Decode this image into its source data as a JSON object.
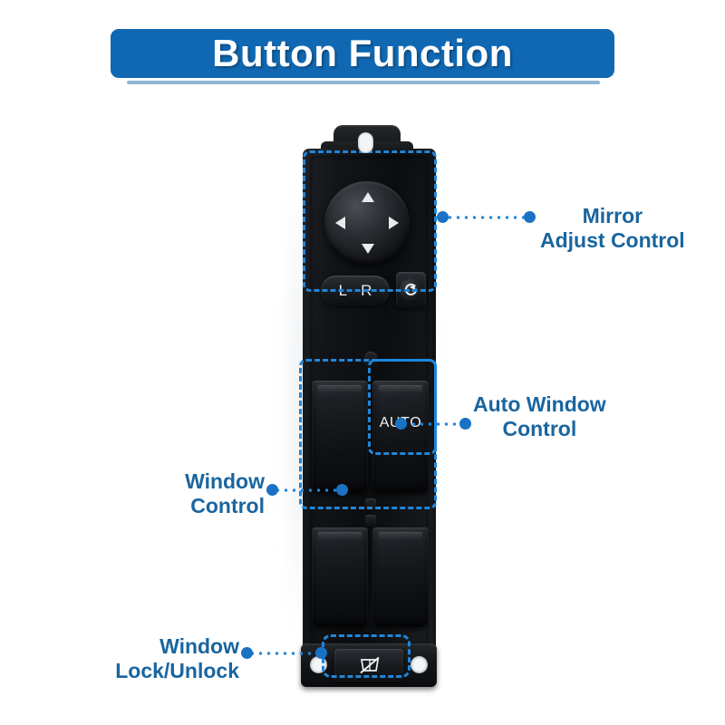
{
  "header": {
    "title": "Button Function",
    "banner_color": "#1068b3",
    "underline_color": "#8fb6d4"
  },
  "theme": {
    "accent_blue": "#1f86da",
    "label_blue": "#19659f",
    "dot_blue": "#1a72c4",
    "background": "#ffffff"
  },
  "device": {
    "name": "power-window-master-switch",
    "mirror_selector": {
      "left_label": "L",
      "right_label": "R"
    },
    "auto_rocker_label": "AUTO",
    "fold_icon": "mirror-fold-icon",
    "lock_icon": "window-lock-crossed-icon"
  },
  "callouts": [
    {
      "id": "mirror-adjust-control",
      "label": "Mirror\nAdjust Control"
    },
    {
      "id": "auto-window-control",
      "label": "Auto Window\nControl"
    },
    {
      "id": "window-control",
      "label": "Window\nControl"
    },
    {
      "id": "window-lock-unlock",
      "label": "Window\nLock/Unlock"
    }
  ]
}
